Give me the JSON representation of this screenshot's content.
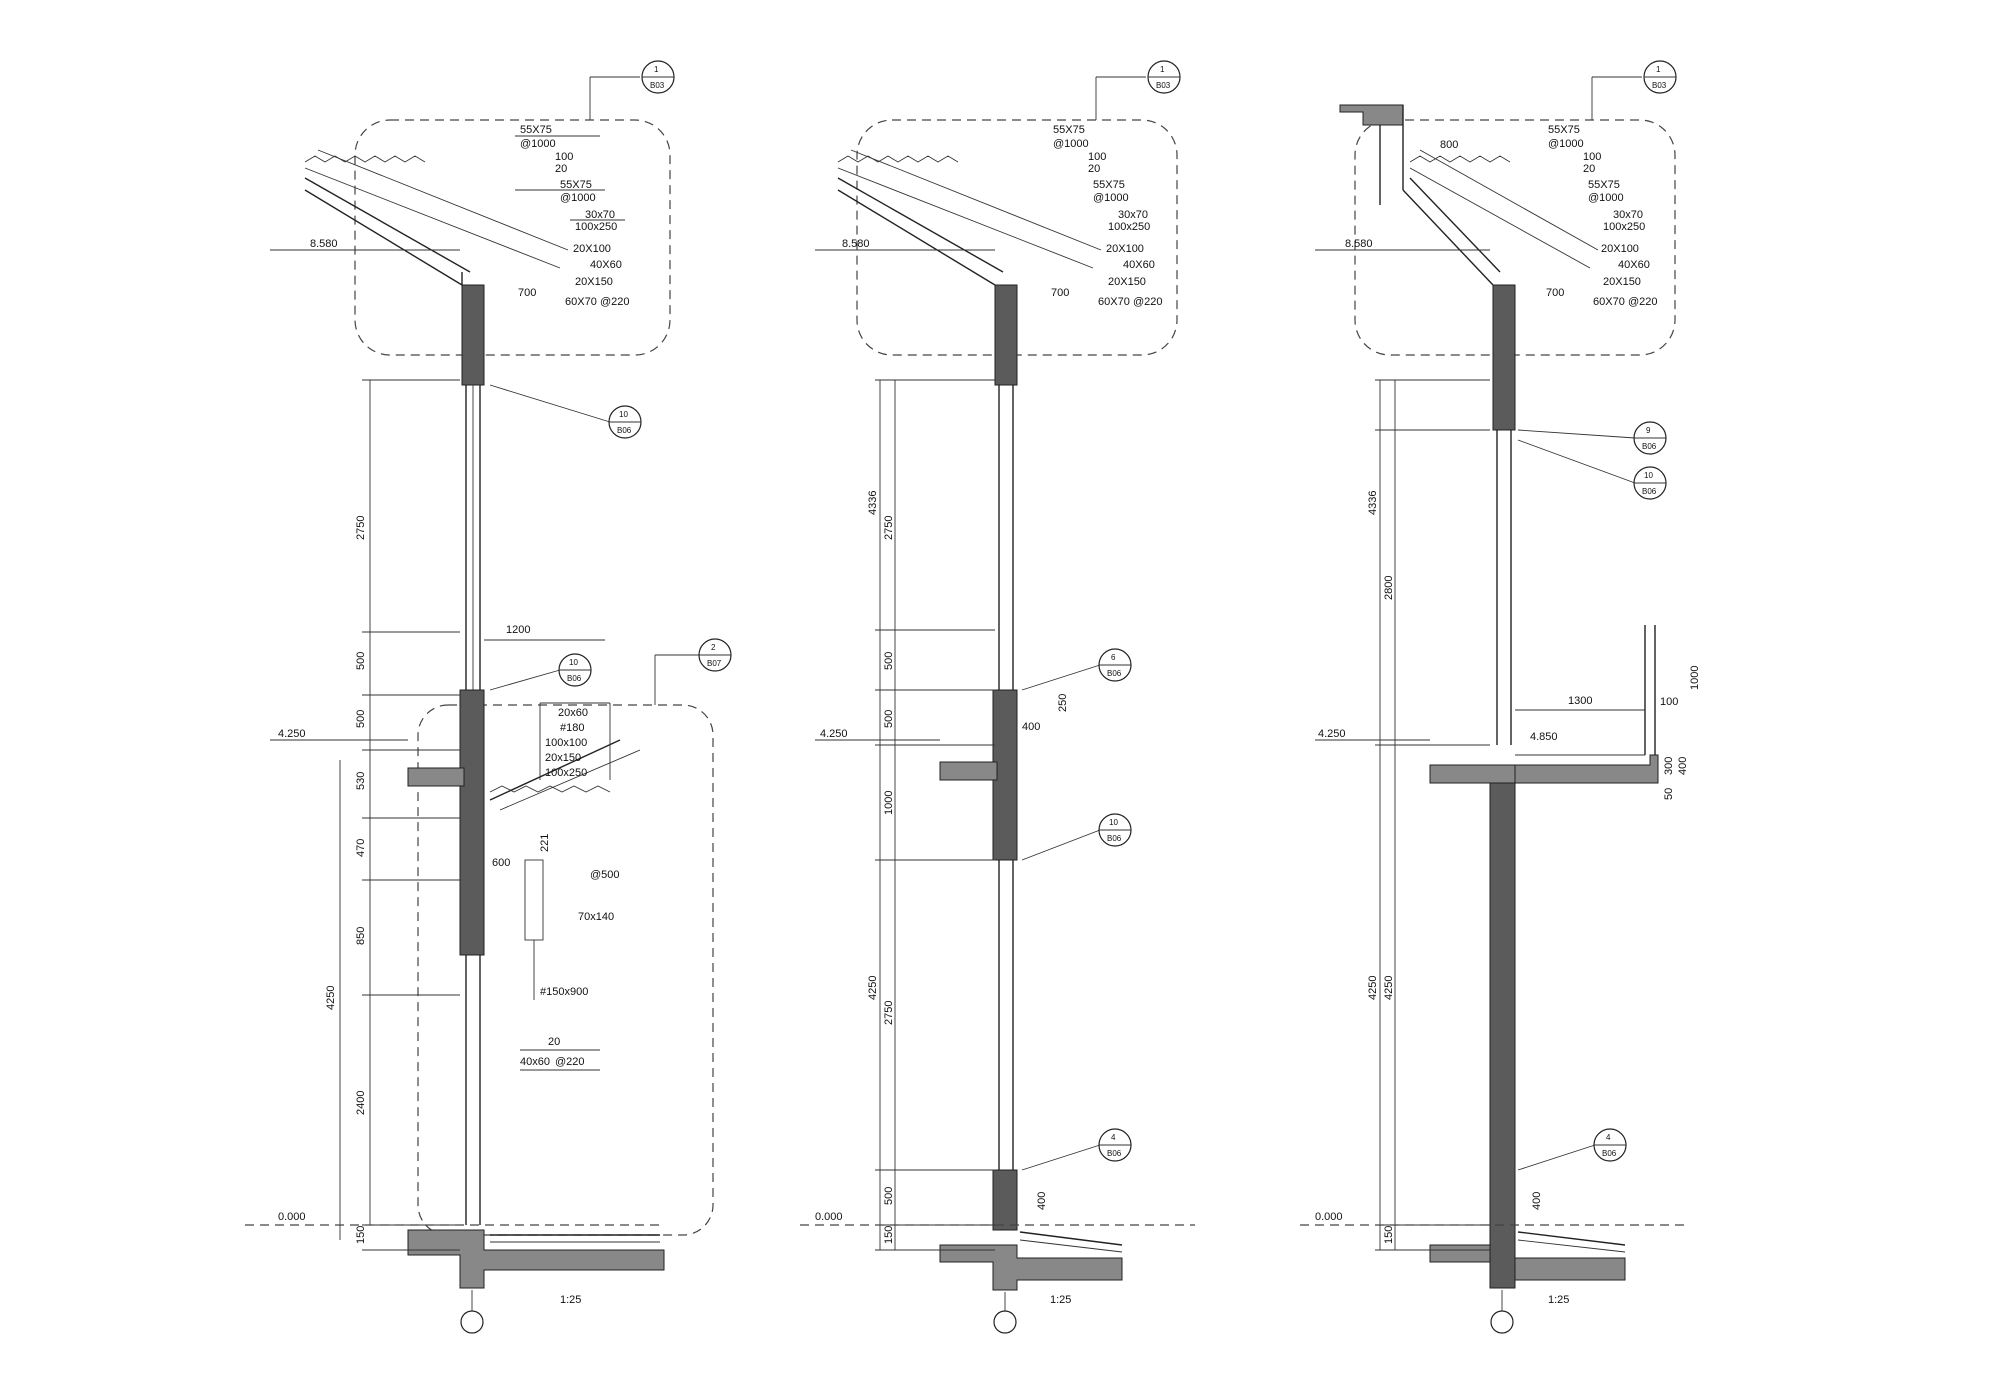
{
  "sections": [
    {
      "id": "a",
      "roof_callout": {
        "top": "1",
        "bottom": "B03"
      },
      "notes": [
        "55X75",
        "@1000",
        "100",
        "20",
        "55X75",
        "@1000",
        "30x70",
        "100x250",
        "20X100",
        "40X60",
        "20X150",
        "60X70",
        "@220",
        "700"
      ],
      "elevations": {
        "roof": "8.580",
        "mid": "4.250",
        "ground": "0.000"
      },
      "dims_left": [
        "2750",
        "500",
        "500",
        "530",
        "470",
        "850",
        "4250",
        "2400",
        "150"
      ],
      "dim_top": "1200",
      "callouts": [
        {
          "top": "10",
          "bottom": "B06"
        },
        {
          "top": "10",
          "bottom": "B06"
        },
        {
          "top": "2",
          "bottom": "B07"
        }
      ],
      "eave_notes": [
        "20x60",
        "#180",
        "100x100",
        "20x150",
        "100x250",
        "221",
        "600",
        "@500",
        "70x140",
        "#150x900",
        "20",
        "40x60",
        "@220"
      ],
      "scale": "1:25"
    },
    {
      "id": "b",
      "roof_callout": {
        "top": "1",
        "bottom": "B03"
      },
      "notes": [
        "55X75",
        "@1000",
        "100",
        "20",
        "55X75",
        "@1000",
        "30x70",
        "100x250",
        "20X100",
        "40X60",
        "20X150",
        "60X70",
        "@220",
        "700"
      ],
      "elevations": {
        "roof": "8.580",
        "mid": "4.250",
        "ground": "0.000"
      },
      "dims_left": [
        "4336",
        "2750",
        "500",
        "500",
        "1000",
        "4250",
        "2750",
        "500",
        "150"
      ],
      "callouts": [
        {
          "top": "6",
          "bottom": "B06"
        },
        {
          "top": "10",
          "bottom": "B06"
        },
        {
          "top": "4",
          "bottom": "B06"
        }
      ],
      "small_dims": [
        "250",
        "400",
        "400"
      ],
      "scale": "1:25"
    },
    {
      "id": "c",
      "roof_callout": {
        "top": "1",
        "bottom": "B03"
      },
      "notes": [
        "55X75",
        "@1000",
        "100",
        "20",
        "55X75",
        "@1000",
        "30x70",
        "100x250",
        "20X100",
        "40X60",
        "20X150",
        "60X70",
        "@220",
        "700",
        "800"
      ],
      "elevations": {
        "roof": "8.580",
        "mid": "4.250",
        "ground": "0.000",
        "balcony": "4.850"
      },
      "dims_left": [
        "4336",
        "2800",
        "4250",
        "4250",
        "150"
      ],
      "dim_top": "1300",
      "callouts": [
        {
          "top": "9",
          "bottom": "B06"
        },
        {
          "top": "10",
          "bottom": "B06"
        },
        {
          "top": "4",
          "bottom": "B06"
        }
      ],
      "small_dims": [
        "1000",
        "100",
        "300",
        "400",
        "50",
        "400"
      ],
      "scale": "1:25"
    }
  ]
}
